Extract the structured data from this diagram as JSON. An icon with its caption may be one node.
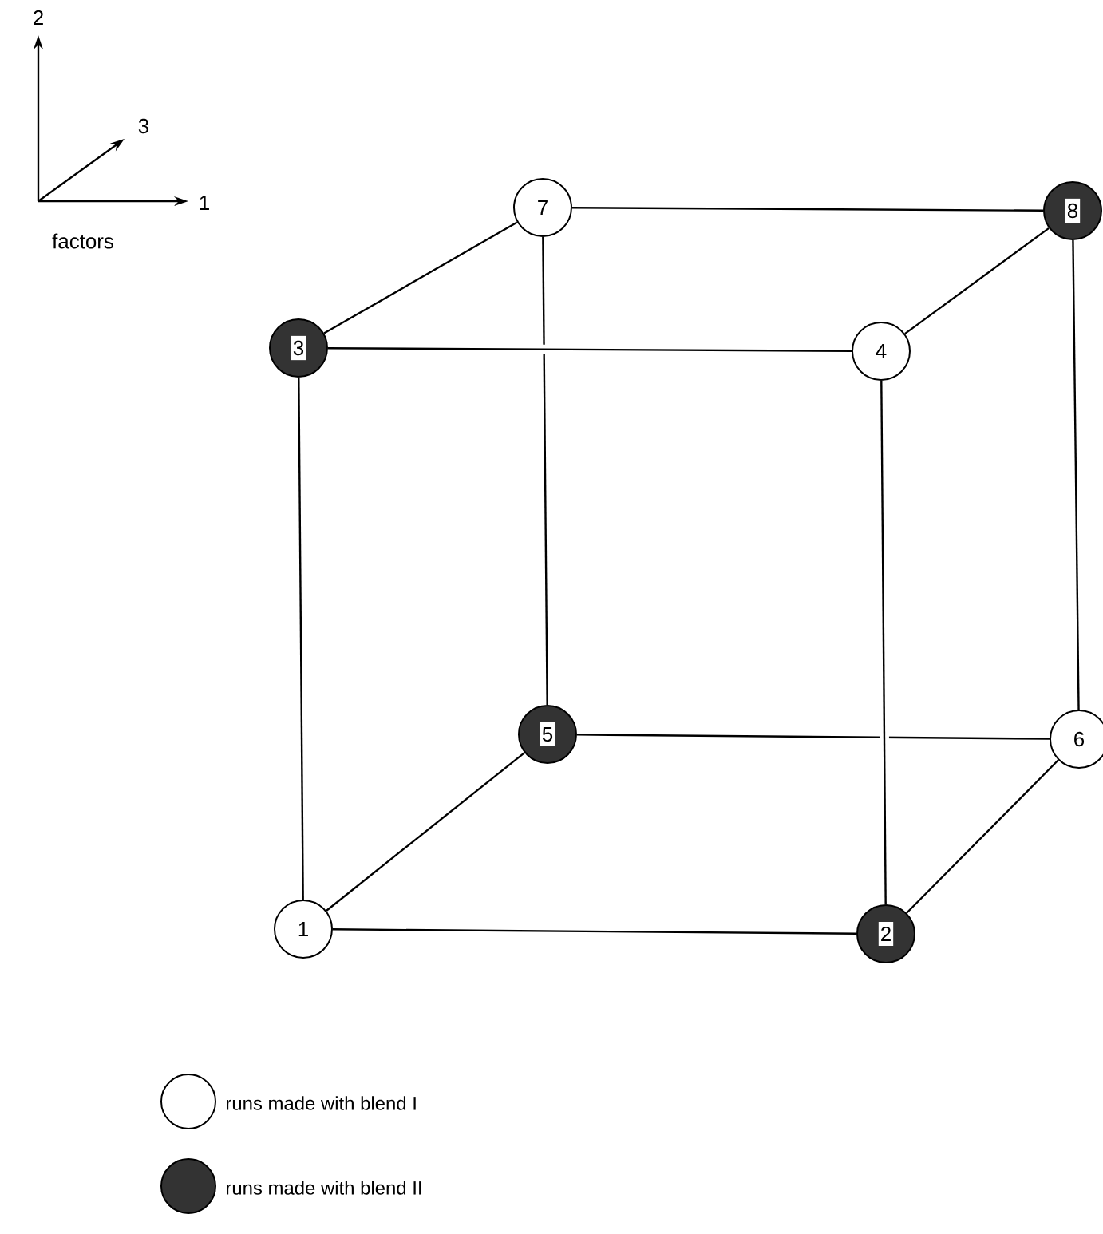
{
  "diagram": {
    "nodes": [
      {
        "text": [
          "7"
        ]
      },
      {
        "text": [
          "8"
        ]
      },
      {
        "text": [
          "3"
        ]
      },
      {
        "text": [
          "4"
        ]
      },
      {
        "text": [
          "5"
        ]
      },
      {
        "text": [
          "6"
        ]
      },
      {
        "text": [
          "1"
        ]
      },
      {
        "text": [
          "2"
        ]
      }
    ],
    "edges": [
      {
        "from": 0,
        "to": 1,
        "arrow": "none"
      },
      {
        "from": 0,
        "to": 2,
        "arrow": "none"
      },
      {
        "from": 0,
        "to": 4,
        "arrow": "none"
      },
      {
        "from": 1,
        "to": 3,
        "arrow": "none"
      },
      {
        "from": 1,
        "to": 5,
        "arrow": "none"
      },
      {
        "from": 2,
        "to": 3,
        "arrow": "none"
      },
      {
        "from": 2,
        "to": 6,
        "arrow": "none"
      },
      {
        "from": 4,
        "to": 5,
        "arrow": "none"
      },
      {
        "from": 3,
        "to": 7,
        "arrow": "none"
      },
      {
        "from": 4,
        "to": 6,
        "arrow": "none"
      },
      {
        "from": 5,
        "to": 7,
        "arrow": "none"
      },
      {
        "from": 6,
        "to": 7,
        "arrow": "none"
      }
    ],
    "labels": [
      "2",
      "3",
      "1",
      "factors"
    ],
    "legend": [
      {
        "text": "runs made with blend I"
      },
      {
        "text": "runs made with blend II",
        "color": "#333333"
      }
    ]
  }
}
